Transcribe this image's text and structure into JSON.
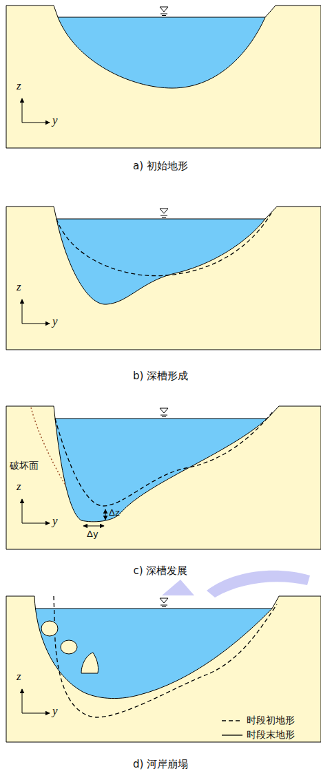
{
  "diagram": {
    "labels": [
      "z",
      "y",
      "a) 初始地形",
      "z",
      "y",
      "b) 深槽形成",
      "破坏面",
      "z",
      "y",
      "Δz",
      "Δy",
      "c) 深槽发展",
      "z",
      "y",
      "d) 河岸崩塌"
    ],
    "legend": [
      {
        "text": "时段初地形"
      },
      {
        "text": "时段末地形"
      }
    ]
  }
}
